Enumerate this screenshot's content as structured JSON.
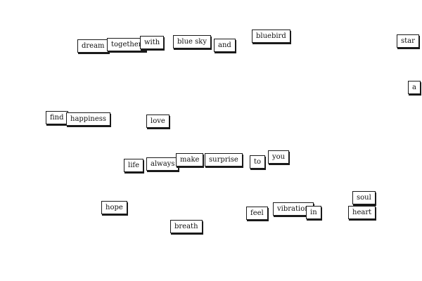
{
  "words": [
    {
      "id": "dream",
      "text": "dream"
    },
    {
      "id": "together",
      "text": "together"
    },
    {
      "id": "with",
      "text": "with"
    },
    {
      "id": "blue-sky",
      "text": "blue sky"
    },
    {
      "id": "and",
      "text": "and"
    },
    {
      "id": "bluebird",
      "text": "bluebird"
    },
    {
      "id": "star",
      "text": "star"
    },
    {
      "id": "a",
      "text": "a"
    },
    {
      "id": "find",
      "text": "find"
    },
    {
      "id": "happiness",
      "text": "happiness"
    },
    {
      "id": "love",
      "text": "love"
    },
    {
      "id": "life",
      "text": "life"
    },
    {
      "id": "always",
      "text": "always"
    },
    {
      "id": "make",
      "text": "make"
    },
    {
      "id": "surprise",
      "text": "surprise"
    },
    {
      "id": "to",
      "text": "to"
    },
    {
      "id": "you",
      "text": "you"
    },
    {
      "id": "soul",
      "text": "soul"
    },
    {
      "id": "hope",
      "text": "hope"
    },
    {
      "id": "feel",
      "text": "feel"
    },
    {
      "id": "vibration",
      "text": "vibration"
    },
    {
      "id": "in",
      "text": "in"
    },
    {
      "id": "heart",
      "text": "heart"
    },
    {
      "id": "breath",
      "text": "breath"
    }
  ]
}
